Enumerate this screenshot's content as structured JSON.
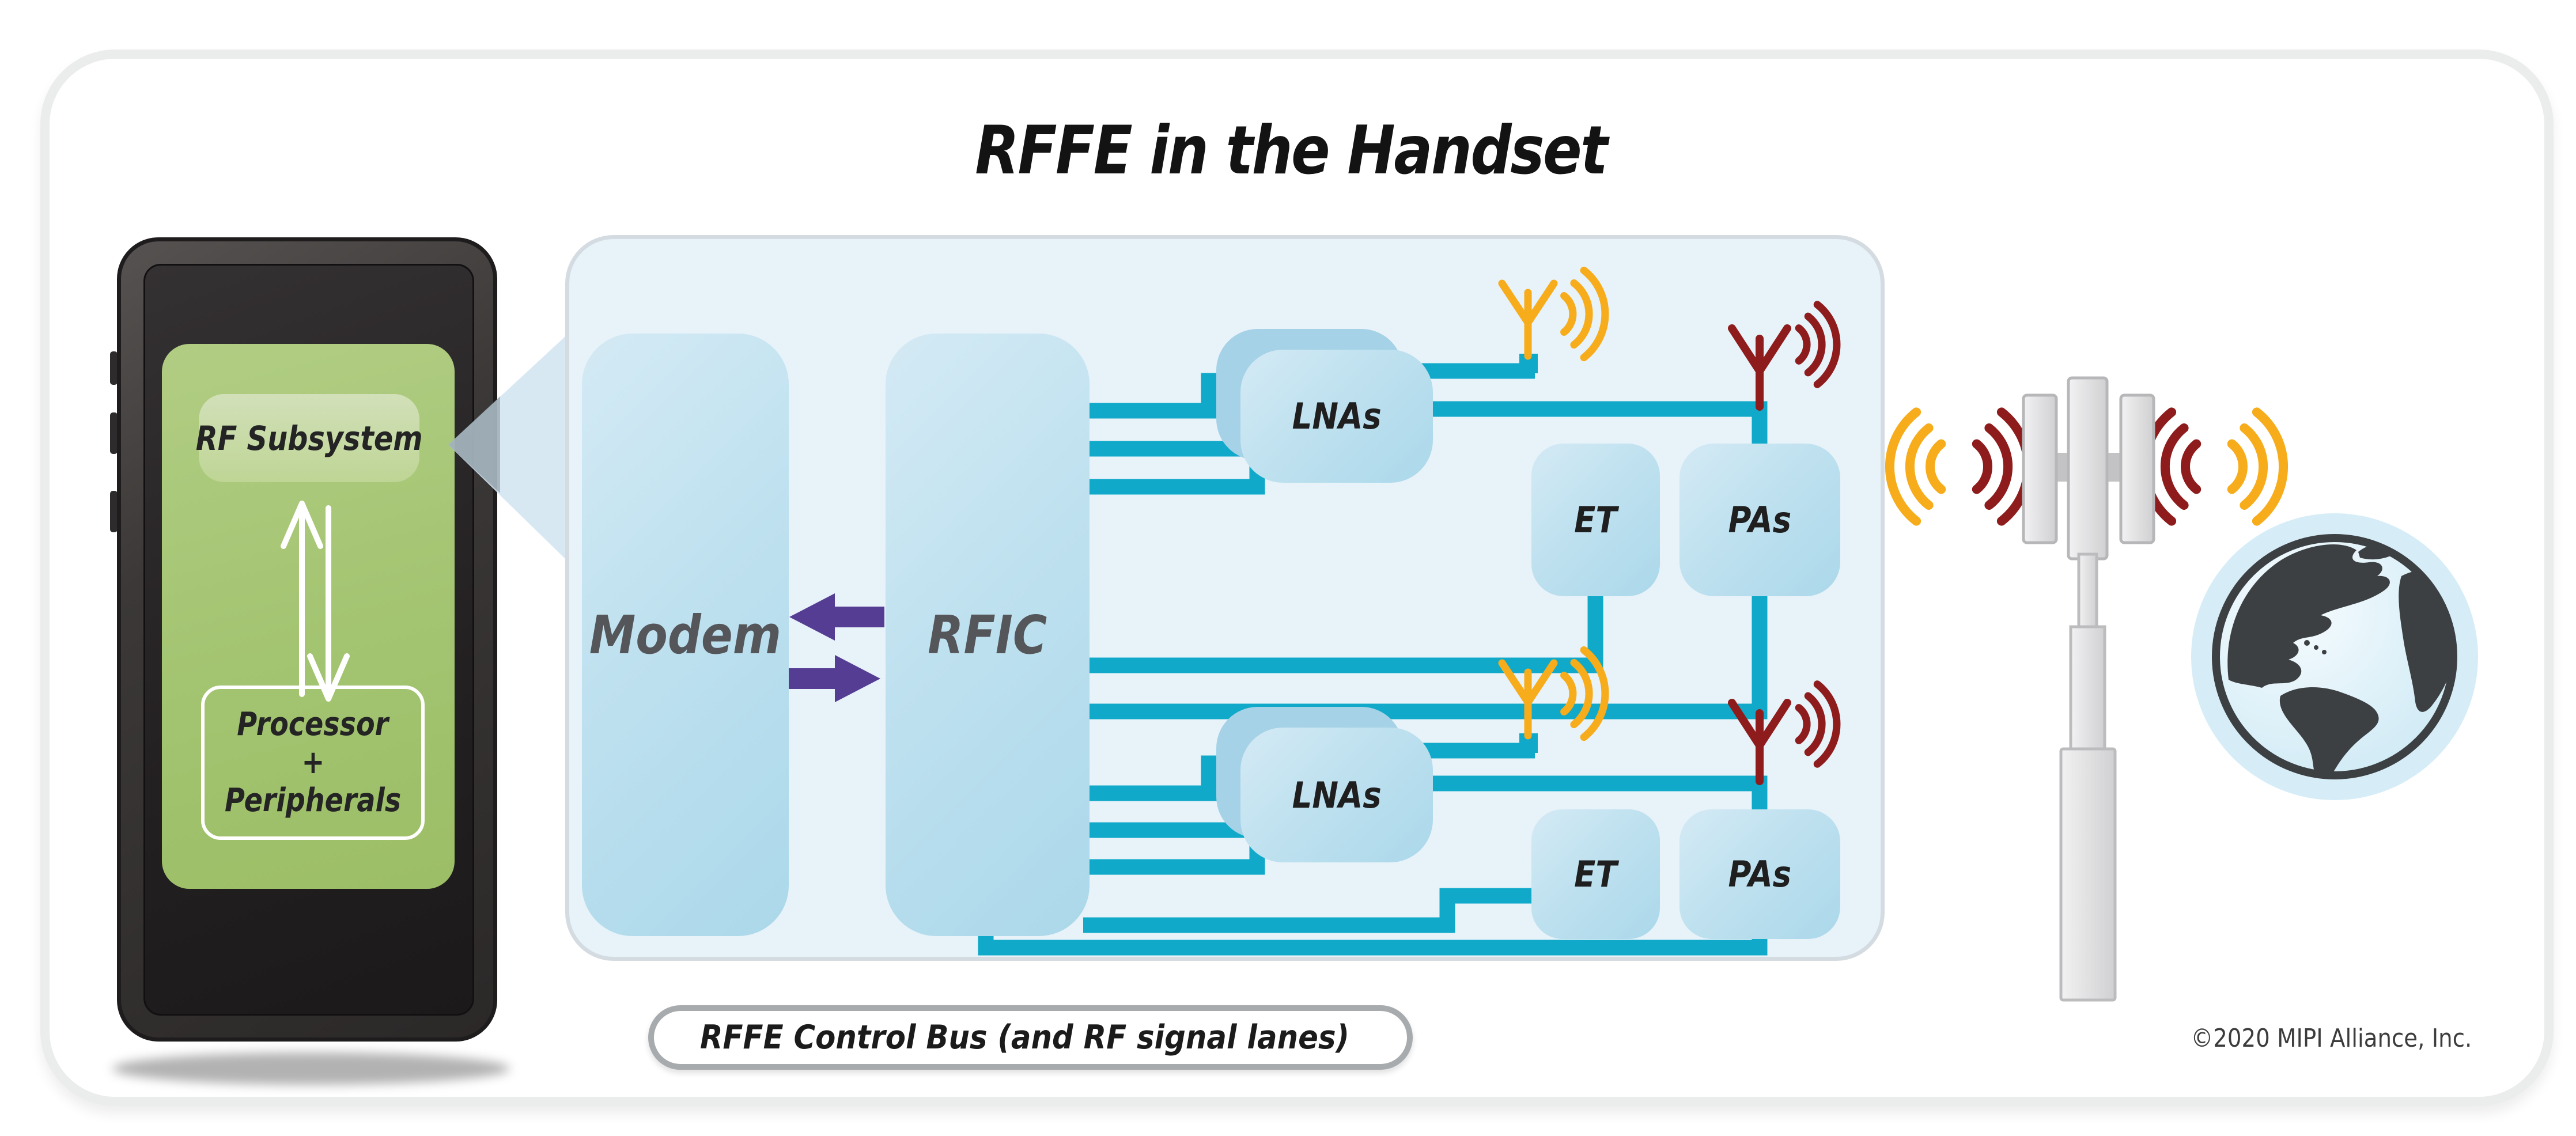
{
  "title": "RFFE in the Handset",
  "phone": {
    "rf_subsystem_label": "RF Subsystem",
    "processor_line1": "Processor",
    "processor_line2": "+",
    "processor_line3": "Peripherals"
  },
  "panel_blocks": {
    "modem": "Modem",
    "rfic": "RFIC"
  },
  "group_top": {
    "lnas": "LNAs",
    "et": "ET",
    "pas": "PAs"
  },
  "group_bottom": {
    "lnas": "LNAs",
    "et": "ET",
    "pas": "PAs"
  },
  "legend": {
    "label": "RFFE Control Bus (and RF signal lanes)"
  },
  "footer": {
    "copyright": "©2020 MIPI Alliance, Inc."
  },
  "colors": {
    "control_bus_teal": "#10a9c9",
    "modem_rfic_arrow_purple": "#563d94",
    "antenna_yellow": "#f7ac1b",
    "antenna_dark_red": "#8e1c1c",
    "phone_screen_green": "#a3c471",
    "panel_light_blue": "#e7f2f9",
    "chip_blue": "#bfe1ef"
  }
}
